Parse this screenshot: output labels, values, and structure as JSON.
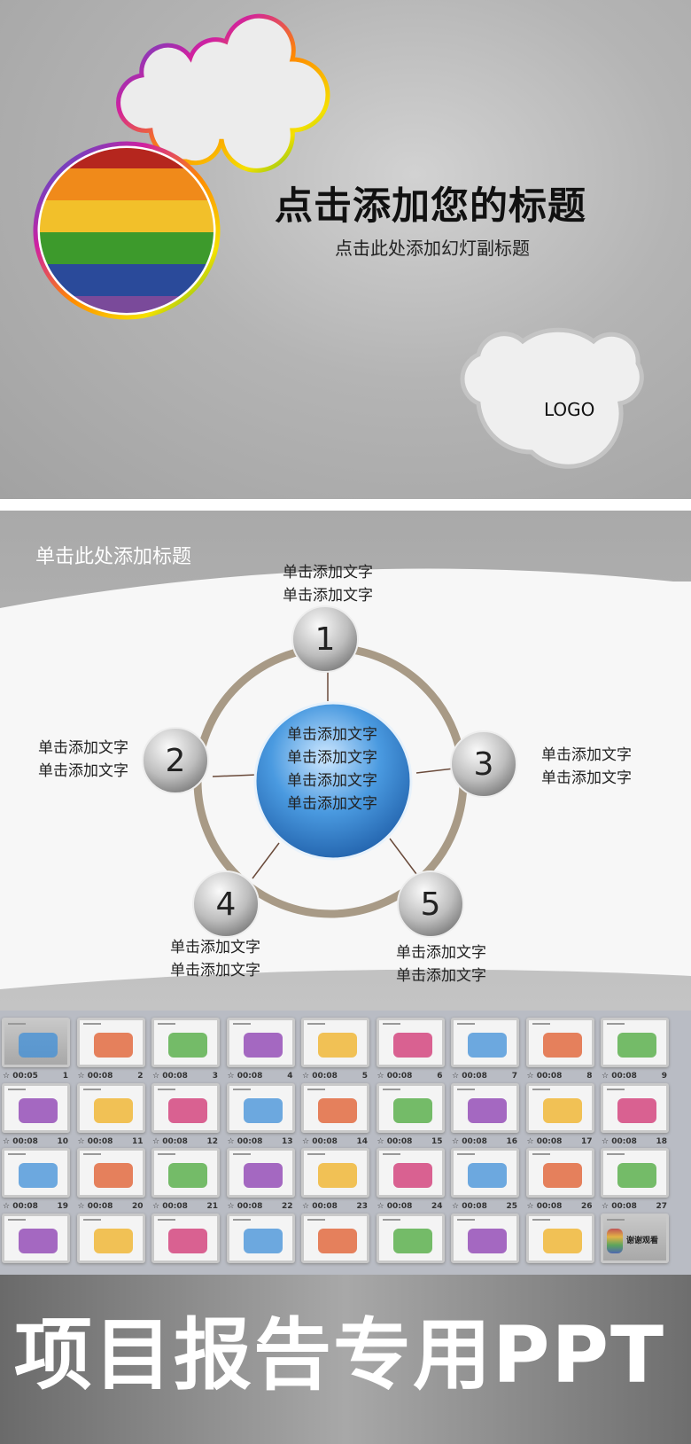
{
  "slide1": {
    "title": "点击添加您的标题",
    "subtitle": "点击此处添加幻灯副标题",
    "logo": "LOGO"
  },
  "slide2": {
    "title": "单击此处添加标题",
    "center_lines": [
      "单击添加文字",
      "单击添加文字",
      "单击添加文字",
      "单击添加文字"
    ],
    "nodes": [
      {
        "number": "1",
        "lines": [
          "单击添加文字",
          "单击添加文字"
        ]
      },
      {
        "number": "2",
        "lines": [
          "单击添加文字",
          "单击添加文字"
        ]
      },
      {
        "number": "3",
        "lines": [
          "单击添加文字",
          "单击添加文字"
        ]
      },
      {
        "number": "4",
        "lines": [
          "单击添加文字",
          "单击添加文字"
        ]
      },
      {
        "number": "5",
        "lines": [
          "单击添加文字",
          "单击添加文字"
        ]
      }
    ],
    "ring_color": "#a89a86",
    "center_color": "#3f8fd8"
  },
  "thumbnails": [
    {
      "num": "1",
      "time": "00:05"
    },
    {
      "num": "2",
      "time": "00:08"
    },
    {
      "num": "3",
      "time": "00:08"
    },
    {
      "num": "4",
      "time": "00:08"
    },
    {
      "num": "5",
      "time": "00:08"
    },
    {
      "num": "6",
      "time": "00:08"
    },
    {
      "num": "7",
      "time": "00:08"
    },
    {
      "num": "8",
      "time": "00:08"
    },
    {
      "num": "9",
      "time": "00:08"
    },
    {
      "num": "10",
      "time": "00:08"
    },
    {
      "num": "11",
      "time": "00:08"
    },
    {
      "num": "12",
      "time": "00:08"
    },
    {
      "num": "13",
      "time": "00:08"
    },
    {
      "num": "14",
      "time": "00:08"
    },
    {
      "num": "15",
      "time": "00:08"
    },
    {
      "num": "16",
      "time": "00:08"
    },
    {
      "num": "17",
      "time": "00:08"
    },
    {
      "num": "18",
      "time": "00:08"
    },
    {
      "num": "19",
      "time": "00:08"
    },
    {
      "num": "20",
      "time": "00:08"
    },
    {
      "num": "21",
      "time": "00:08"
    },
    {
      "num": "22",
      "time": "00:08"
    },
    {
      "num": "23",
      "time": "00:08"
    },
    {
      "num": "24",
      "time": "00:08"
    },
    {
      "num": "25",
      "time": "00:08"
    },
    {
      "num": "26",
      "time": "00:08"
    },
    {
      "num": "27",
      "time": "00:08"
    }
  ],
  "last_row_count": 9,
  "last_thumb_text": "谢谢观看",
  "banner": {
    "text": "项目报告专用PPT"
  }
}
